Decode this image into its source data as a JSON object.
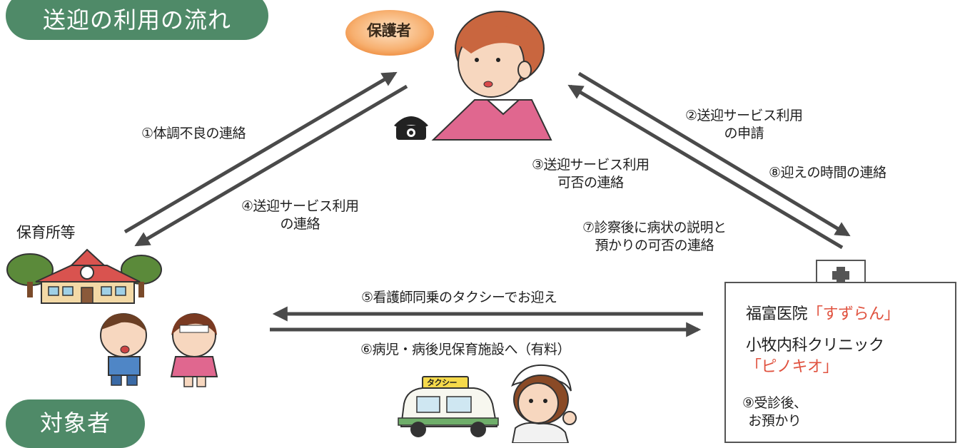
{
  "title": "送迎の利用の流れ",
  "target_label": "対象者",
  "guardian_label": "保護者",
  "nursery_label": "保育所等",
  "steps": {
    "s1": "①体調不良の連絡",
    "s2_line1": "②送迎サービス利用",
    "s2_line2": "の申請",
    "s3_line1": "③送迎サービス利用",
    "s3_line2": "可否の連絡",
    "s4_line1": "④送迎サービス利用",
    "s4_line2": "の連絡",
    "s5": "⑤看護師同乗のタクシーでお迎え",
    "s6": "⑥病児・病後児保育施設へ（有料）",
    "s7_line1": "⑦診察後に病状の説明と",
    "s7_line2": "預かりの可否の連絡",
    "s8": "⑧迎えの時間の連絡",
    "s9_line1": "⑨受診後、",
    "s9_line2": "お預かり"
  },
  "clinic": {
    "name1_prefix": "福富医院",
    "name1_highlight": "「すずらん」",
    "name2_prefix": "小牧内科クリニック",
    "name2_highlight": "「ピノキオ」"
  },
  "taxi_sign": "タクシー",
  "colors": {
    "pill": "#4f8a68",
    "highlight": "#e0523f",
    "arrow": "#4a4a4a",
    "guardian_badge": "#f3a35a"
  }
}
